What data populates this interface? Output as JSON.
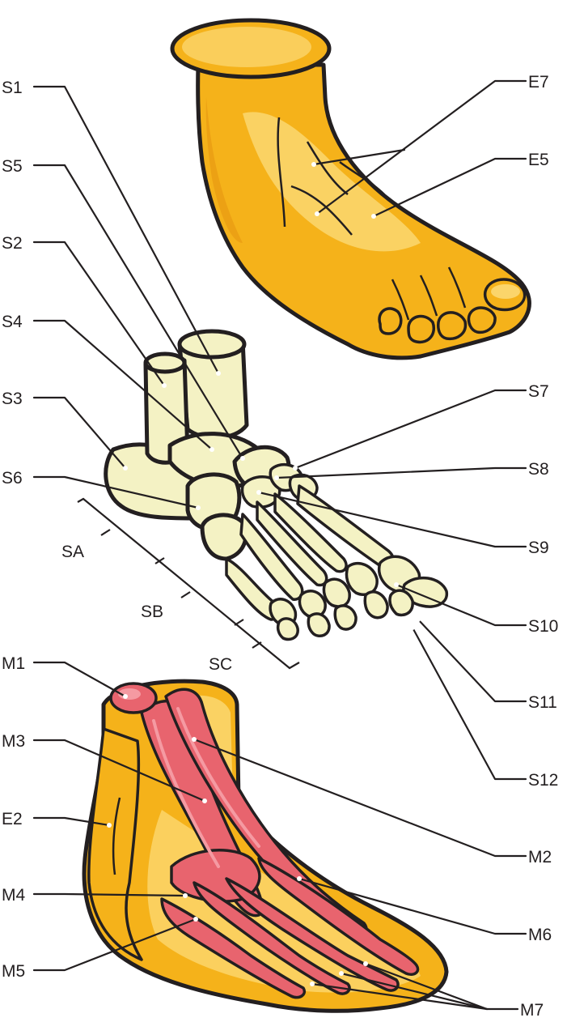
{
  "labels": {
    "S1": "S1",
    "S2": "S2",
    "S3": "S3",
    "S4": "S4",
    "S5": "S5",
    "S6": "S6",
    "S7": "S7",
    "S8": "S8",
    "S9": "S9",
    "S10": "S10",
    "S11": "S11",
    "S12": "S12",
    "E2": "E2",
    "E5": "E5",
    "E7": "E7",
    "M1": "M1",
    "M2": "M2",
    "M3": "M3",
    "M4": "M4",
    "M5": "M5",
    "M6": "M6",
    "M7": "M7",
    "SA": "SA",
    "SB": "SB",
    "SC": "SC"
  },
  "colors": {
    "skin": "#f5b21a",
    "skin_light": "#fbd56b",
    "skin_shadow": "#e89a12",
    "bone": "#f4f2c4",
    "bone_shadow": "#d8d6a0",
    "muscle": "#e8646e",
    "muscle_light": "#f59aa2",
    "outline": "#231f20"
  }
}
